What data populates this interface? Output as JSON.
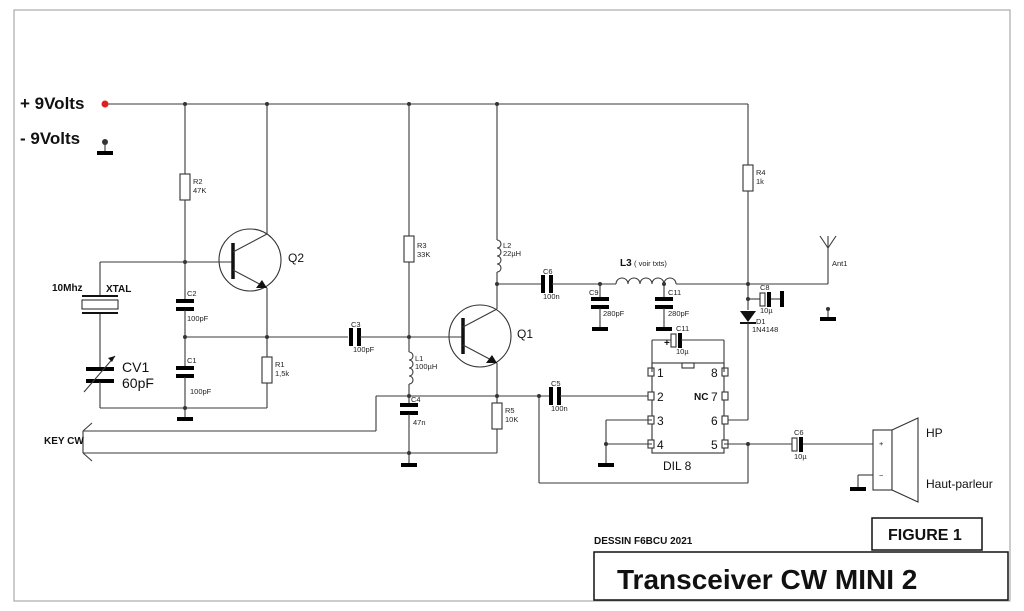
{
  "power": {
    "plus_label": "+ 9Volts",
    "minus_label": "- 9Volts",
    "plus_color": "#e02020"
  },
  "crystal": {
    "freq_label": "10Mhz",
    "name": "XTAL"
  },
  "cv1": {
    "ref": "CV1",
    "value": "60pF"
  },
  "q1": {
    "ref": "Q1"
  },
  "q2": {
    "ref": "Q2"
  },
  "r1": {
    "ref": "R1",
    "value": "1,5k"
  },
  "r2": {
    "ref": "R2",
    "value": "47K"
  },
  "r3": {
    "ref": "R3",
    "value": "33K"
  },
  "r4": {
    "ref": "R4",
    "value": "1k"
  },
  "r5": {
    "ref": "R5",
    "value": "10K"
  },
  "c1": {
    "ref": "C1",
    "value": "100pF"
  },
  "c2": {
    "ref": "C2",
    "value": "100pF"
  },
  "c3": {
    "ref": "C3",
    "value": "100pF"
  },
  "c4": {
    "ref": "C4",
    "value": "47n"
  },
  "c5": {
    "ref": "C5",
    "value": "100n"
  },
  "c6a": {
    "ref": "C6",
    "value": "100n"
  },
  "c6b": {
    "ref": "C6",
    "value": "10µ"
  },
  "c8": {
    "ref": "C8",
    "value": "10µ"
  },
  "c9": {
    "ref": "C9",
    "value": "280pF"
  },
  "c11a": {
    "ref": "C11",
    "value": "280pF"
  },
  "c11b": {
    "ref": "C11",
    "value": "10µ"
  },
  "l1": {
    "ref": "L1",
    "value": "100µH"
  },
  "l2": {
    "ref": "L2",
    "value": "22µH"
  },
  "l3": {
    "ref": "L3",
    "note": "( voir txts)"
  },
  "d1": {
    "ref": "D1",
    "value": "1N4148"
  },
  "antenna": {
    "ref": "Ant1"
  },
  "key": {
    "label": "KEY CW"
  },
  "ic": {
    "name": "DIL 8",
    "pins_left": [
      "1",
      "2",
      "3",
      "4"
    ],
    "pins_right": [
      "8",
      "7",
      "6",
      "5"
    ],
    "nc_label": "NC",
    "plus_sign": "+"
  },
  "speaker": {
    "label": "HP",
    "name": "Haut-parleur",
    "plus": "+",
    "minus": "−"
  },
  "footer": {
    "drawing_credit": "DESSIN F6BCU  2021",
    "figure_label": "FIGURE 1",
    "title": "Transceiver CW MINI 2"
  }
}
